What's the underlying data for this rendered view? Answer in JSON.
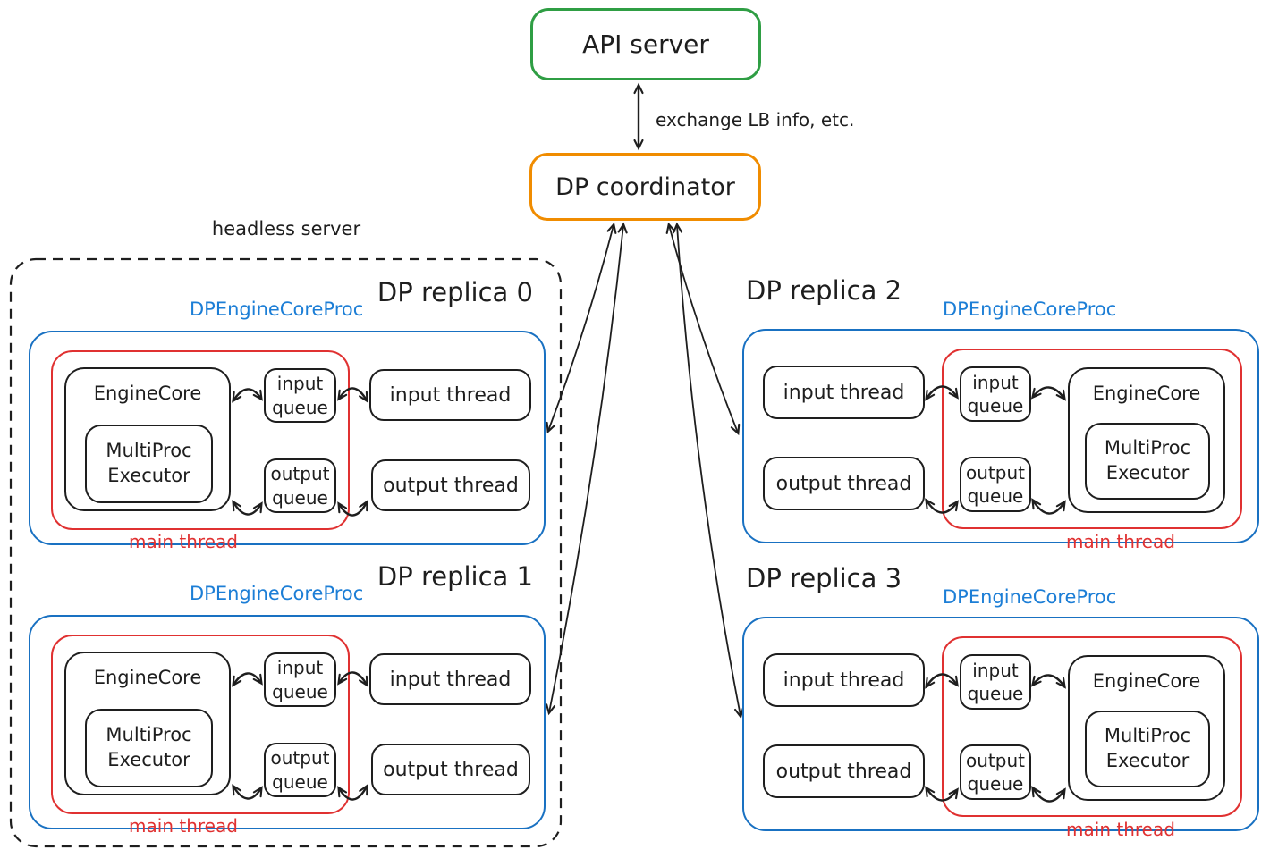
{
  "palette": {
    "ink": "#1e1e1e",
    "green": "#2f9e44",
    "orange": "#f08c00",
    "blue": "#1971c2",
    "blue_label": "#1c7ed6",
    "red": "#e03131"
  },
  "top_section": {
    "api_server_label": "API server",
    "coordinator_label": "DP coordinator",
    "exchange_label": "exchange LB info, etc."
  },
  "headless_group": {
    "label": "headless server"
  },
  "shared_labels": {
    "proc_label": "DPEngineCoreProc",
    "engine_core": "EngineCore",
    "multiproc_executor": "MultiProc Executor",
    "input_queue": "input queue",
    "output_queue": "output queue",
    "input_thread": "input thread",
    "output_thread": "output thread",
    "main_thread": "main thread"
  },
  "replicas": [
    {
      "title": "DP replica 0",
      "orientation": "engine-left",
      "in_headless_group": true
    },
    {
      "title": "DP replica 1",
      "orientation": "engine-left",
      "in_headless_group": true
    },
    {
      "title": "DP replica 2",
      "orientation": "engine-right",
      "in_headless_group": false
    },
    {
      "title": "DP replica 3",
      "orientation": "engine-right",
      "in_headless_group": false
    }
  ]
}
